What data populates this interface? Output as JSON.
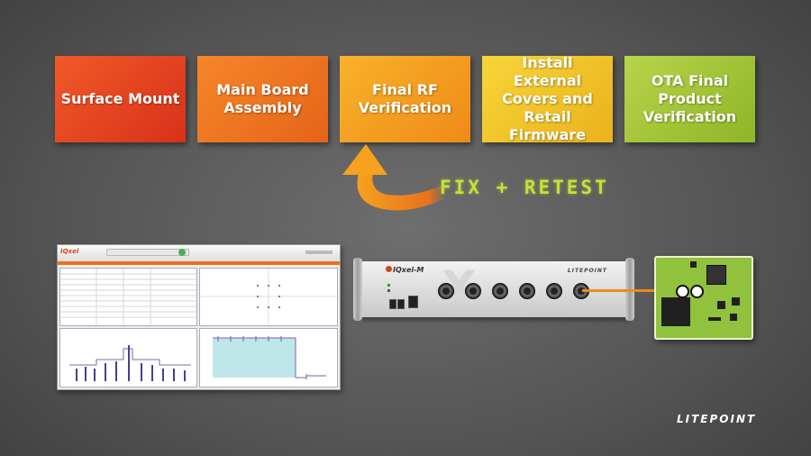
{
  "stages": [
    {
      "label": "Surface Mount",
      "color": "#e2401f"
    },
    {
      "label": "Main Board Assembly",
      "color": "#ee7420"
    },
    {
      "label": "Final RF Verification",
      "color": "#f4a223"
    },
    {
      "label": "Install External Covers and Retail Firmware",
      "color": "#f2c62c"
    },
    {
      "label": "OTA Final Product Verification",
      "color": "#a4c638"
    }
  ],
  "loop": {
    "label": "FIX + RETEST",
    "color": "#c4e235",
    "arrow_color": "#f08a1c"
  },
  "software": {
    "brand": "IQxel"
  },
  "instrument": {
    "brand": "IQxel-M",
    "maker": "LITEPOINT"
  },
  "footer": {
    "logo": "LITEPOINT"
  },
  "colors": {
    "cable": "#f08a1c",
    "board": "#90c23e"
  }
}
